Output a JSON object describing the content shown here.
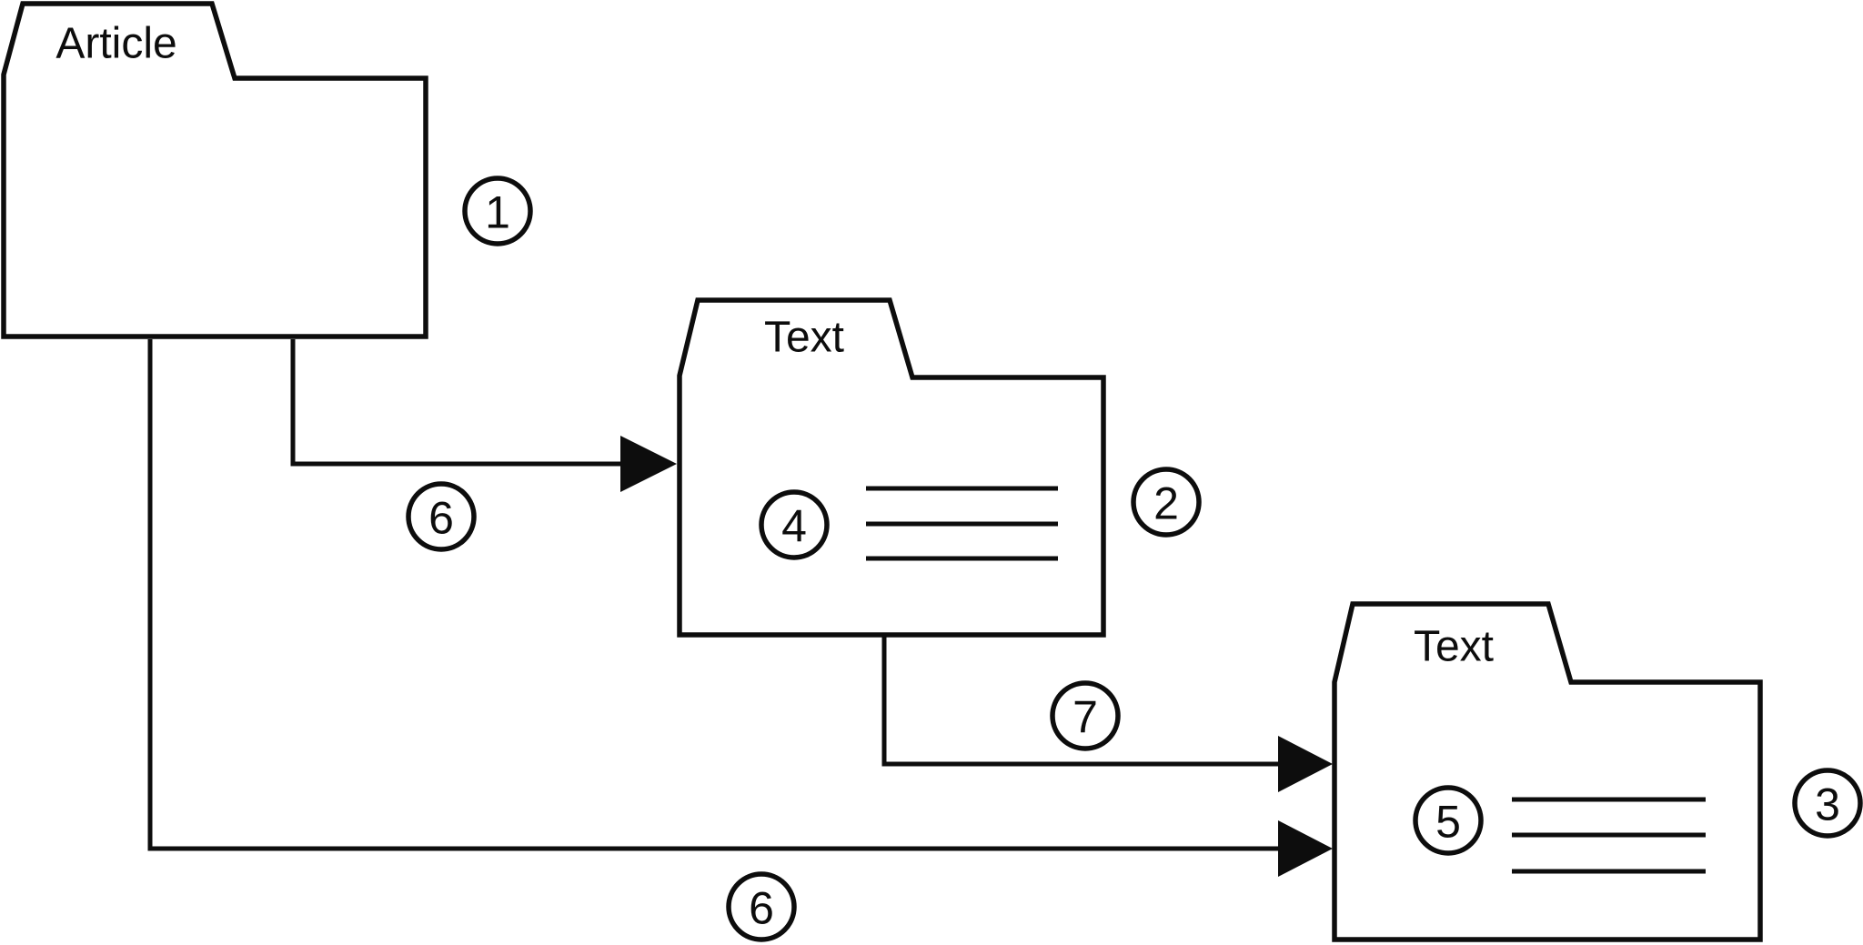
{
  "figure": {
    "type": "folder-flow-diagram",
    "background": "#ffffff",
    "line_color": "#0d0d0d",
    "folders": [
      {
        "label": "Article",
        "badge": "1"
      },
      {
        "label": "Text",
        "badge": "2",
        "inner_badge": "4",
        "placeholder_lines": 3
      },
      {
        "label": "Text",
        "badge": "3",
        "inner_badge": "5",
        "placeholder_lines": 3
      }
    ],
    "arrows": [
      {
        "label": "6",
        "from": "Article",
        "to": "Text (2)"
      },
      {
        "label": "7",
        "from": "Text (2)",
        "to": "Text (3)"
      },
      {
        "label": "6",
        "from": "Article",
        "to": "Text (3)"
      }
    ]
  }
}
